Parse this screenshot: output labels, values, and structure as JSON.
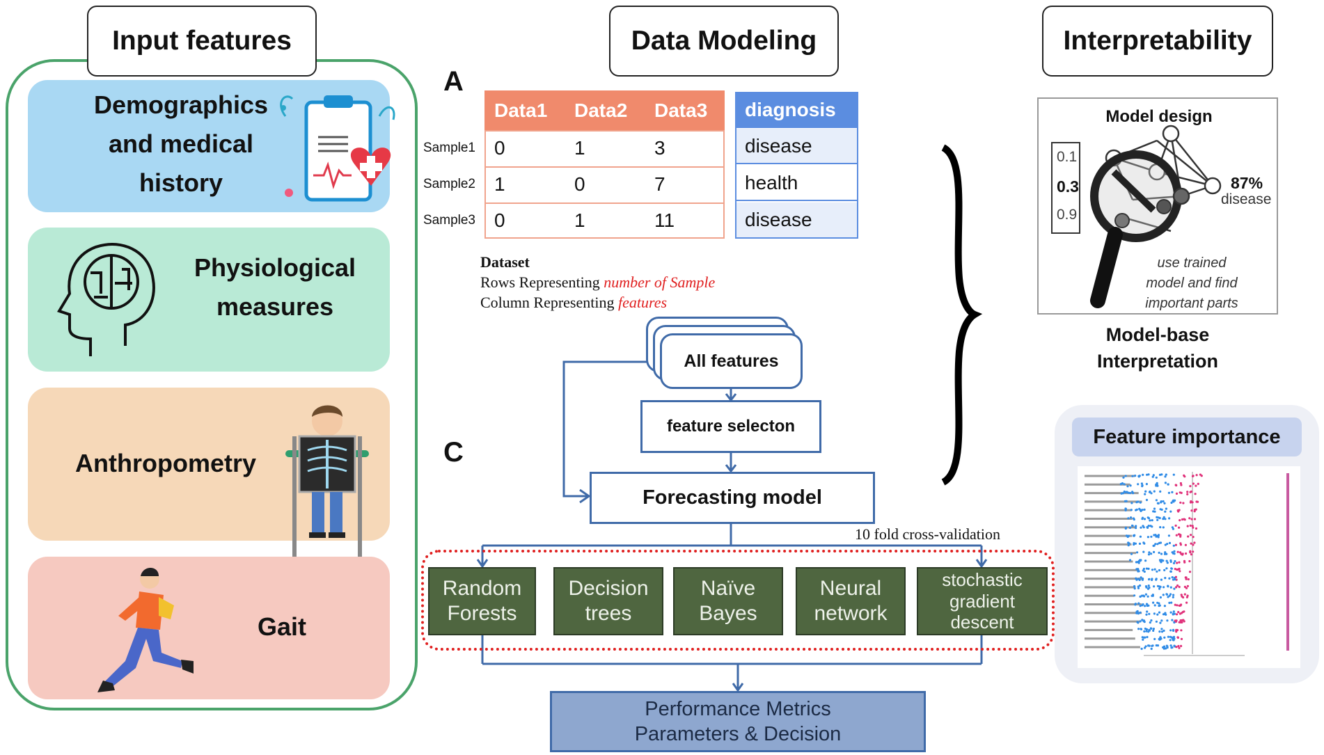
{
  "headers": {
    "input": "Input features",
    "modeling": "Data Modeling",
    "interpret": "Interpretability"
  },
  "input_features": {
    "demographics": [
      "Demographics",
      "and medical",
      "history"
    ],
    "physiological": [
      "Physiological",
      "measures"
    ],
    "anthropometry": "Anthropometry",
    "gait": "Gait"
  },
  "section_labels": {
    "a": "A",
    "c": "C"
  },
  "dataset_table": {
    "columns": [
      "Data1",
      "Data2",
      "Data3"
    ],
    "target_header": "diagnosis",
    "rows": [
      {
        "sample": "Sample1",
        "values": [
          "0",
          "1",
          "3"
        ],
        "diagnosis": "disease"
      },
      {
        "sample": "Sample2",
        "values": [
          "1",
          "0",
          "7"
        ],
        "diagnosis": "health"
      },
      {
        "sample": "Sample3",
        "values": [
          "0",
          "1",
          "11"
        ],
        "diagnosis": "disease"
      }
    ]
  },
  "dataset_caption": {
    "title": "Dataset",
    "rows_prefix": "Rows Representing ",
    "rows_emph": "number of Sample",
    "cols_prefix": "Column  Representing ",
    "cols_emph": "features"
  },
  "flow": {
    "all_features": "All features",
    "feature_selection": "feature selecton",
    "forecasting": "Forecasting model",
    "cv_label": "10 fold cross-validation",
    "models": [
      [
        "Random",
        "Forests"
      ],
      [
        "Decision",
        "trees"
      ],
      [
        "Naïve",
        "Bayes"
      ],
      [
        "Neural",
        "network"
      ],
      [
        "stochastic",
        "gradient",
        "descent"
      ]
    ],
    "performance": [
      "Performance Metrics",
      "Parameters & Decision"
    ]
  },
  "interpretability": {
    "model_design_title": "Model design",
    "vector": [
      "0.1",
      "0.3",
      "0.9"
    ],
    "output_pct": "87%",
    "output_label": "disease",
    "note": [
      "use trained",
      "model and find",
      "important parts"
    ],
    "caption": [
      "Model-base",
      "Interpretation"
    ],
    "feature_importance_title": "Feature importance"
  },
  "colors": {
    "demographics_bg": "#a9d8f3",
    "physiological_bg": "#b9ead6",
    "anthropometry_bg": "#f6d8b8",
    "gait_bg": "#f6c9c0",
    "outer_border": "#4aa36a",
    "table_header": "#f08a6c",
    "diagnosis_header": "#5b8de0",
    "model_box": "#4f6640",
    "performance_box": "#8ea7cf",
    "flow_line": "#3f6aa8",
    "cv_dashed": "#e02020"
  }
}
